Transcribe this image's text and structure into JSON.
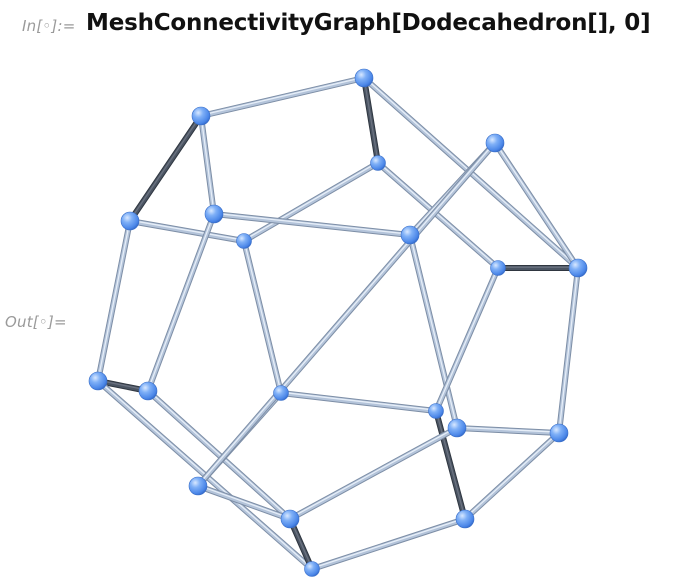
{
  "input_cell": {
    "label": "In[◦]:=",
    "code": "MeshConnectivityGraph[Dodecahedron[], 0]"
  },
  "output_cell": {
    "label": "Out[◦]="
  },
  "graph": {
    "vertex_color": "#5b97f3",
    "edge_color": "#b4c4da",
    "vertex_count": 20,
    "edge_count": 30
  }
}
